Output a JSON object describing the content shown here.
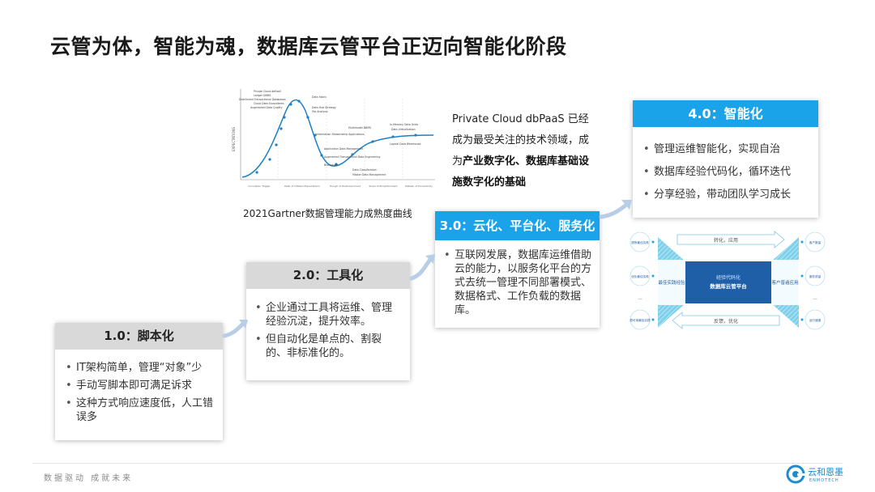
{
  "slide": {
    "title": "云管为体，智能为魂，数据库云管平台正迈向智能化阶段"
  },
  "gartner": {
    "caption": "2021Gartner数据管理能力成熟度曲线",
    "y_axis": "EXPECTATIONS",
    "x_axis": [
      "Innovation Trigger",
      "Peak of Inflated Expectations",
      "Trough of Disillusionment",
      "Slope of Enlightenment",
      "Plateau of Productivity"
    ],
    "labels_left": [
      "Private Cloud dbPaaS",
      "Ledger DBMS",
      "Distributed Transactional Databases",
      "Cloud Data Ecosystems",
      "Augmented Data Quality",
      "Data Fabric"
    ],
    "labels_mid": [
      "Data Hub Strategy",
      "File Analysis",
      "Information Stewardship Applications",
      "Application Data Management",
      "Augmented Transactional Data Engineering",
      "Blockchain"
    ],
    "labels_right": [
      "Multimodel DBMS",
      "In-Memory Data Grids",
      "Data Virtualization",
      "Logical Data Warehouse",
      "Data Classification",
      "Master Data Management"
    ]
  },
  "description": {
    "line1": "Private Cloud dbPaaS 已经成为最受关注的技术领域，成为",
    "highlight": "产业数字化、数据库基础设施数字化的基础"
  },
  "stages": [
    {
      "heading": "1.0：脚本化",
      "bullets": [
        "IT架构简单，管理“对象”少",
        "手动写脚本即可满足诉求",
        "这种方式响应速度低，人工错误多"
      ]
    },
    {
      "heading": "2.0：工具化",
      "bullets": [
        "企业通过工具将运维、管理经验沉淀，提升效率。",
        "但自动化是单点的、割裂的、非标准化的。"
      ]
    },
    {
      "heading": "3.0：云化、平台化、服务化",
      "bullets": [
        "互联网发展，数据库运维借助云的能力，以服务化平台的方式去统一管理不同部署模式、数据格式、工作负载的数据库。"
      ]
    },
    {
      "heading": "4.0：智能化",
      "bullets": [
        "管理运维智能化，实现自治",
        "数据库经验代码化，循环迭代",
        "分享经验，带动团队学习成长"
      ]
    }
  ],
  "diagram": {
    "top_arrow": "转化，应用",
    "bottom_arrow": "反馈，优化",
    "left_panel": "最佳实践经验",
    "center_top": "经验代码化",
    "center_bottom": "数据库云管平台",
    "right_panel": "客户普遍应用",
    "left_nodes": [
      "提炼最佳实践",
      "优化最佳实践",
      "...",
      "原可用最佳实践"
    ],
    "right_nodes": [
      "客户数量",
      "服务质量",
      "...",
      "运行速度"
    ]
  },
  "footer": {
    "tagline": "数据驱动 成就未来",
    "brand": "云和恩墨",
    "brand_en": "ENMOTECH"
  },
  "colors": {
    "accent_blue": "#1aa3e8",
    "grey_header": "#d9d9d9",
    "diagram_navy": "#1f5fa8"
  }
}
